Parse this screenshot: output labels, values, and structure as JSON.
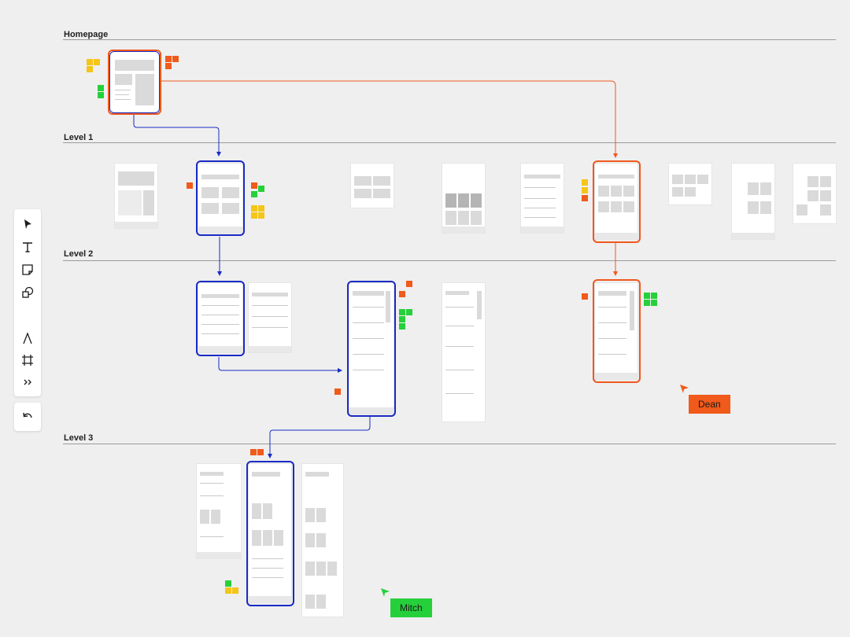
{
  "levels": [
    {
      "label": "Homepage"
    },
    {
      "label": "Level 1"
    },
    {
      "label": "Level 2"
    },
    {
      "label": "Level 3"
    }
  ],
  "cursors": [
    {
      "name": "Dean",
      "color": "#f05a1a"
    },
    {
      "name": "Mitch",
      "color": "#25d03a"
    }
  ],
  "toolbar": {
    "tools": [
      "pointer-icon",
      "text-icon",
      "sticky-note-icon",
      "shapes-icon",
      "pen-icon",
      "frame-icon",
      "more-icon"
    ],
    "undo": "undo-icon"
  },
  "colors": {
    "blue_flow": "#1a2bc4",
    "orange_flow": "#f0581f",
    "sticky_yellow": "#f5c518",
    "sticky_orange": "#f05a1a",
    "sticky_green": "#25d03a"
  }
}
